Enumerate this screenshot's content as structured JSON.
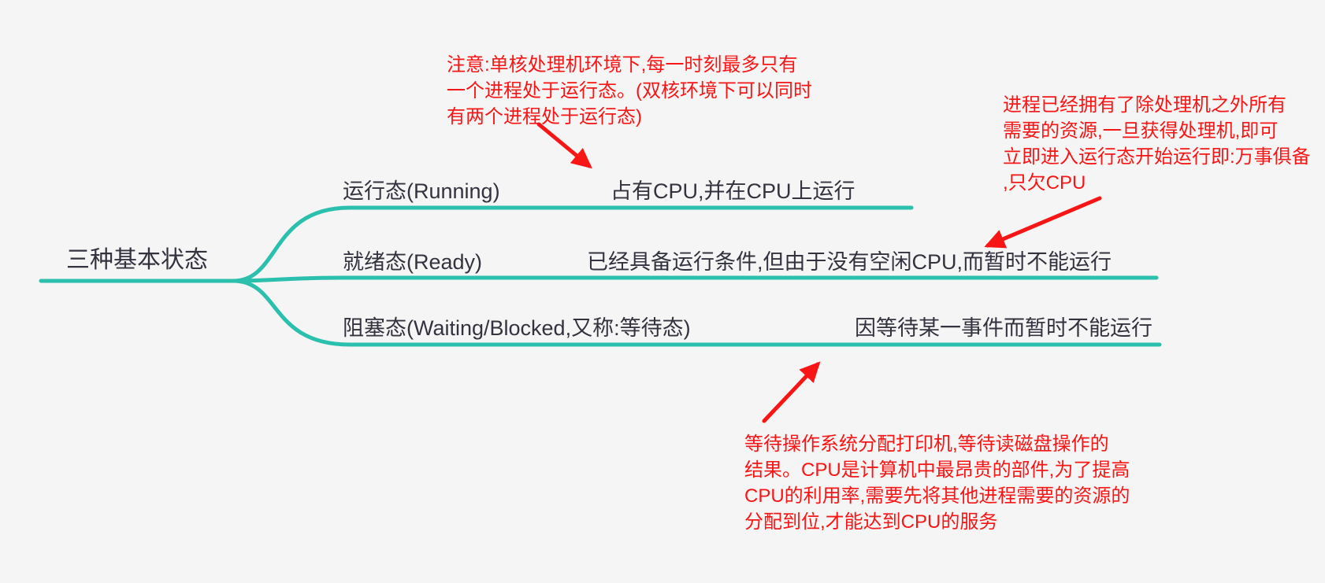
{
  "colors": {
    "background": "#f5f5f5",
    "branch_line": "#2bbfae",
    "note_red": "#f81515",
    "node_text": "#333340"
  },
  "root": {
    "label": "三种基本状态"
  },
  "branches": [
    {
      "label": "运行态(Running)",
      "detail": "占有CPU,并在CPU上运行"
    },
    {
      "label": "就绪态(Ready)",
      "detail": "已经具备运行条件,但由于没有空闲CPU,而暂时不能运行"
    },
    {
      "label": "阻塞态(Waiting/Blocked,又称:等待态)",
      "detail": "因等待某一事件而暂时不能运行"
    }
  ],
  "notes": [
    {
      "target": "running",
      "text": "注意:单核处理机环境下,每一时刻最多只有\n一个进程处于运行态。(双核环境下可以同时\n有两个进程处于运行态)"
    },
    {
      "target": "ready",
      "text": "进程已经拥有了除处理机之外所有\n需要的资源,一旦获得处理机,即可\n立即进入运行态开始运行即:万事俱备\n,只欠CPU"
    },
    {
      "target": "blocked",
      "text": "等待操作系统分配打印机,等待读磁盘操作的\n结果。CPU是计算机中最昂贵的部件,为了提高\nCPU的利用率,需要先将其他进程需要的资源的\n分配到位,才能达到CPU的服务"
    }
  ]
}
